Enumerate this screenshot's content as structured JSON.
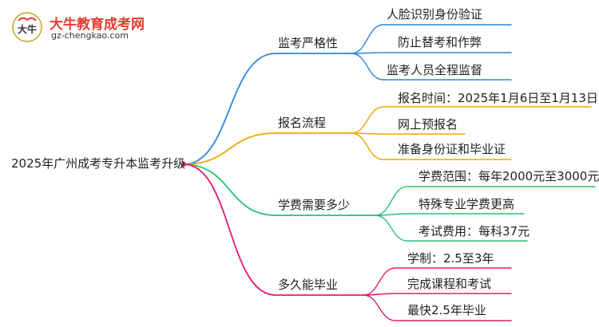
{
  "logo": {
    "title": "大牛教育成考网",
    "url": "gz-chengkao.com",
    "mark_text": "大牛",
    "mark_icon": "ox-logo-icon",
    "brand_color": "#e63b2e"
  },
  "mindmap": {
    "root": "2025年广州成考专升本监考升级",
    "branches": [
      {
        "label": "监考严格性",
        "color": "#2e86de",
        "children": [
          "人脸识别身份验证",
          "防止替考和作弊",
          "监考人员全程监督"
        ]
      },
      {
        "label": "报名流程",
        "color": "#f0a500",
        "children": [
          "报名时间：2025年1月6日至1月13日",
          "网上预报名",
          "准备身份证和毕业证"
        ]
      },
      {
        "label": "学费需要多少",
        "color": "#27c07a",
        "children": [
          "学费范围：每年2000元至3000元",
          "特殊专业学费更高",
          "考试费用：每科37元"
        ]
      },
      {
        "label": "多久能毕业",
        "color": "#e8186e",
        "children": [
          "学制：2.5至3年",
          "完成课程和考试",
          "最快2.5年毕业"
        ]
      }
    ]
  }
}
